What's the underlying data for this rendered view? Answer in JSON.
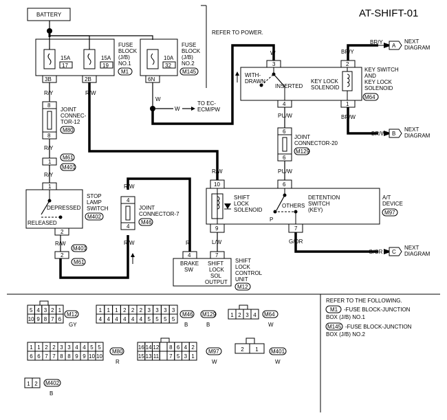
{
  "title": "AT-SHIFT-01",
  "battery": "BATTERY",
  "refer_power": "REFER TO POWER.",
  "fuse1": {
    "l1": "FUSE",
    "l2": "BLOCK",
    "l3": "(J/B)",
    "l4": "NO.1",
    "code": "M1",
    "f1_amp": "15A",
    "f1_no": "17",
    "f2_amp": "15A",
    "f2_no": "19",
    "t1": "3B",
    "t2": "2B"
  },
  "fuse2": {
    "l1": "FUSE",
    "l2": "BLOCK",
    "l3": "(J/B)",
    "l4": "NO.2",
    "code": "M145",
    "amp": "10A",
    "no": "32",
    "term": "6N"
  },
  "wires": {
    "ry": "R/Y",
    "rw": "R/W",
    "w": "W",
    "puw": "PU/W",
    "lw": "L/W",
    "gor": "G/OR",
    "bry": "BR/Y",
    "brw": "BR/W"
  },
  "to_ec": {
    "l1": "TO EC-",
    "l2": "ECM/PW"
  },
  "jc12": {
    "l1": "JOINT",
    "l2": "CONNEC-",
    "l3": "TOR-12",
    "code": "M80",
    "p_top": "8",
    "p_bot": "8"
  },
  "m61": "M61",
  "m401": "M401",
  "stop_lamp": {
    "l1": "STOP",
    "l2": "LAMP",
    "l3": "SWITCH",
    "code": "M402",
    "depressed": "DEPRESSED",
    "released": "RELEASED",
    "p1": "1",
    "p2": "2"
  },
  "jc7": {
    "l1": "JOINT",
    "l2": "CONNECTOR-7",
    "code": "M46"
  },
  "key_sw": {
    "l1": "KEY SWITCH",
    "l2": "AND",
    "l3": "KEY LOCK",
    "l4": "SOLENOID",
    "code": "M64",
    "withdrawn1": "WITH-",
    "withdrawn2": "DRAWN",
    "inserted": "INSERTED",
    "kls1": "KEY LOCK",
    "kls2": "SOLENOID",
    "p3": "3",
    "p2": "2",
    "p4": "4",
    "p1": "1"
  },
  "jc20": {
    "l1": "JOINT",
    "l2": "CONNECTOR-20",
    "code": "M129"
  },
  "next": {
    "l1": "NEXT",
    "l2": "DIAGRAM",
    "a": "A",
    "b": "B",
    "c": "C"
  },
  "at_dev": {
    "l1": "A/T",
    "l2": "DEVICE",
    "code": "M97",
    "sls1": "SHIFT",
    "sls2": "LOCK",
    "sls3": "SOLENOID",
    "ds1": "DETENTION",
    "ds2": "SWITCH",
    "ds3": "(KEY)",
    "others": "OTHERS",
    "p": "P",
    "p10": "10",
    "p9": "9",
    "p6": "6",
    "p7": "7"
  },
  "unit": {
    "brake1": "BRAKE",
    "brake2": "SW",
    "sol1": "SHIFT",
    "sol2": "LOCK",
    "sol3": "SOL",
    "sol4": "OUTPUT",
    "n1": "SHIFT",
    "n2": "LOCK",
    "n3": "CONTROL",
    "n4": "UNIT",
    "code": "M12",
    "p4": "4",
    "p7": "7"
  },
  "refer_list": {
    "head": "REFER TO THE FOLLOWING.",
    "r1code": "M1",
    "r1a": "-FUSE BLOCK-JUNCTION",
    "r1b": "BOX (J/B) NO.1",
    "r2code": "M145",
    "r2a": "-FUSE BLOCK-JUNCTION",
    "r2b": "BOX (J/B) NO.2"
  },
  "connectors": {
    "m12": {
      "code": "M12",
      "color": "GY",
      "row1": [
        "5",
        "4",
        "3",
        "2",
        "1"
      ],
      "row2": [
        "10",
        "9",
        "8",
        "7",
        "6"
      ]
    },
    "m46": {
      "codes": "M46",
      "codes2": "M129",
      "colorA": "B",
      "colorB": "B",
      "row1": [
        "1",
        "1",
        "1",
        "2",
        "2",
        "2",
        "3",
        "3",
        "3",
        "3"
      ],
      "row2": [
        "4",
        "4",
        "4",
        "4",
        "4",
        "4",
        "5",
        "5",
        "5",
        "5"
      ]
    },
    "m64": {
      "code": "M64",
      "color": "W",
      "row": [
        "1",
        "2",
        "3",
        "4"
      ]
    },
    "m80": {
      "code": "M80",
      "color": "R",
      "row1": [
        "1",
        "1",
        "2",
        "2",
        "3",
        "3",
        "4",
        "4",
        "5",
        "5"
      ],
      "row2": [
        "6",
        "6",
        "7",
        "7",
        "8",
        "8",
        "9",
        "9",
        "10",
        "10"
      ]
    },
    "m97": {
      "code": "M97",
      "color": "W",
      "row1": [
        "16",
        "14",
        "12",
        "",
        "8",
        "6",
        "4",
        "2"
      ],
      "row2": [
        "15",
        "13",
        "11",
        "",
        "7",
        "5",
        "3",
        "1"
      ]
    },
    "m401": {
      "code": "M401",
      "color": "W",
      "row": [
        "2",
        "1"
      ]
    },
    "m402": {
      "code": "M402",
      "color": "B",
      "row": [
        "1",
        "2"
      ]
    }
  }
}
